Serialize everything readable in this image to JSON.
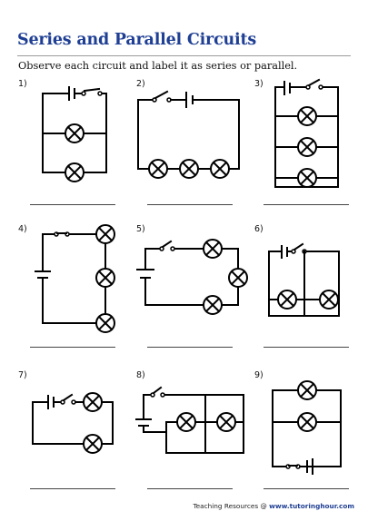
{
  "title": "Series and Parallel Circuits",
  "instructions": "Observe each circuit and label it as series or parallel.",
  "problems": [
    {
      "number": "1)"
    },
    {
      "number": "2)"
    },
    {
      "number": "3)"
    },
    {
      "number": "4)"
    },
    {
      "number": "5)"
    },
    {
      "number": "6)"
    },
    {
      "number": "7)"
    },
    {
      "number": "8)"
    },
    {
      "number": "9)"
    }
  ],
  "footer": {
    "label": "Teaching Resources @ ",
    "url": "www.tutoringhour.com"
  },
  "icons": {
    "bulb": "bulb-icon",
    "battery": "battery-icon",
    "switch": "switch-icon"
  },
  "colors": {
    "title": "#1f3f94",
    "wire": "#000000"
  }
}
